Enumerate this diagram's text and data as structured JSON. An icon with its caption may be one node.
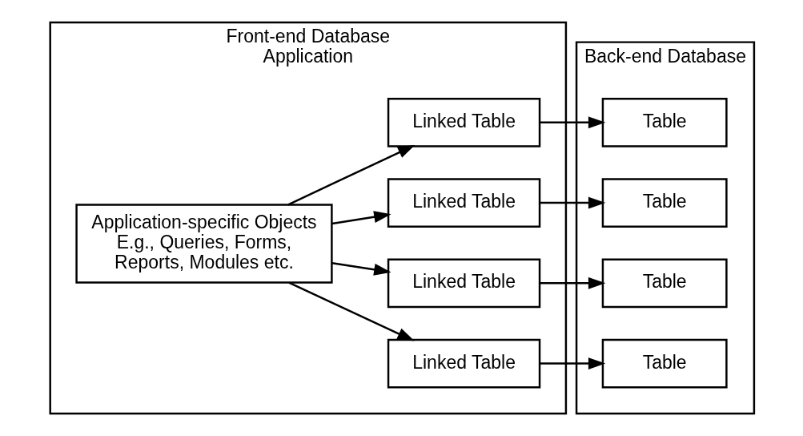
{
  "diagram": {
    "nodes": [
      {
        "text": [
          "Front-end Database Application"
        ]
      },
      {
        "text": [
          "Application-specific Objects E.g., Queries, Forms, Reports, Modules etc."
        ],
        "in": 0
      },
      {
        "text": [
          "Linked Table"
        ],
        "in": 0
      },
      {
        "text": [
          "Linked Table"
        ],
        "in": 0
      },
      {
        "text": [
          "Linked Table"
        ],
        "in": 0
      },
      {
        "text": [
          "Linked Table"
        ],
        "in": 0
      },
      {
        "text": [
          "Back-end Database"
        ]
      },
      {
        "text": [
          "Table"
        ],
        "in": 6
      },
      {
        "text": [
          "Table"
        ],
        "in": 6
      },
      {
        "text": [
          "Table"
        ],
        "in": 6
      },
      {
        "text": [
          "Table"
        ],
        "in": 6
      }
    ],
    "edges": [
      {
        "from": 1,
        "to": 2,
        "arrow": "to"
      },
      {
        "from": 1,
        "to": 3,
        "arrow": "to"
      },
      {
        "from": 1,
        "to": 4,
        "arrow": "to"
      },
      {
        "from": 1,
        "to": 5,
        "arrow": "to"
      },
      {
        "from": 2,
        "to": 7,
        "arrow": "to"
      },
      {
        "from": 3,
        "to": 8,
        "arrow": "to"
      },
      {
        "from": 4,
        "to": 9,
        "arrow": "to"
      },
      {
        "from": 5,
        "to": 10,
        "arrow": "to"
      }
    ]
  }
}
